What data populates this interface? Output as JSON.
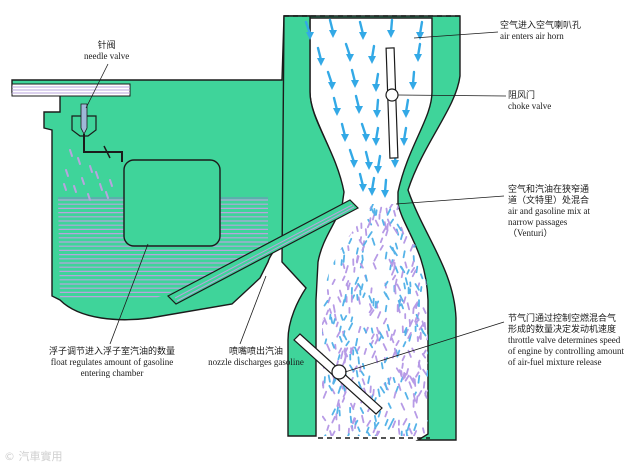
{
  "labels": {
    "needle_valve": {
      "zh": "针阀",
      "en": "needle valve"
    },
    "air_horn": {
      "zh": "空气进入空气喇叭孔",
      "en": "air enters air horn"
    },
    "choke_valve": {
      "zh": "阻风门",
      "en": "choke valve"
    },
    "venturi": {
      "zh1": "空气和汽油在狭窄通",
      "zh2": "道（文特里）处混合",
      "en1": "air and gasoline mix at",
      "en2": "narrow passages",
      "en3": "（Venturi）"
    },
    "throttle": {
      "zh1": "节气门通过控制空燃混合气",
      "zh2": "形成的数量决定发动机速度",
      "en1": "throttle valve determines speed",
      "en2": "of engine by controlling amount",
      "en3": "of air-fuel mixture release"
    },
    "float": {
      "zh": "浮子调节进入浮子室汽油的数量",
      "en1": "float regulates amount of gasoline",
      "en2": "entering chamber"
    },
    "nozzle": {
      "zh": "喷嘴喷出汽油",
      "en": "nozzle discharges gasoline"
    }
  },
  "watermark": "© 汽車實用",
  "colors": {
    "body": "#3fd49a",
    "outline": "#1b1b1b",
    "fuel": "#b8a4de",
    "airflow": "#33a9e6",
    "mixture_purple": "#b79be6",
    "mixture_blue": "#56b3e8"
  }
}
